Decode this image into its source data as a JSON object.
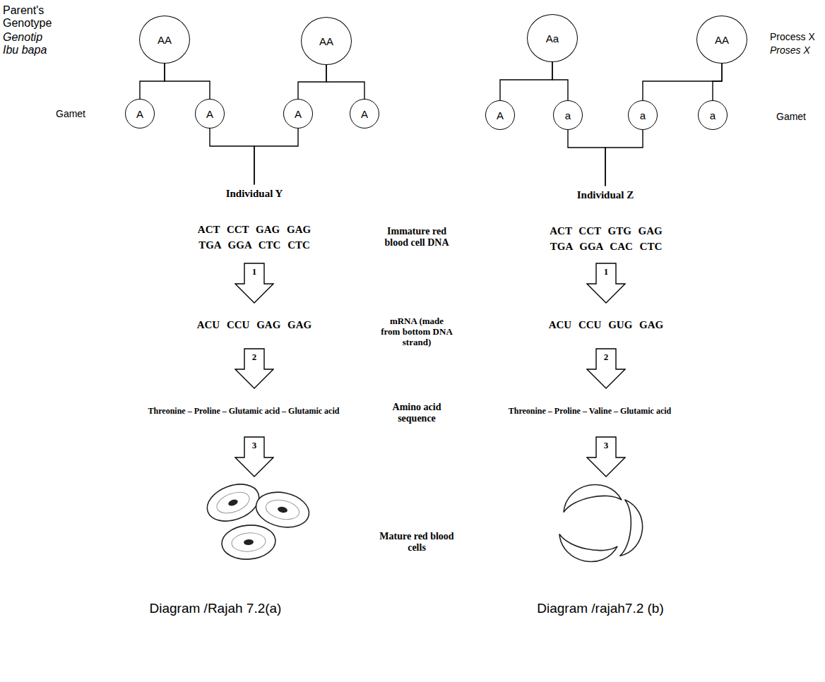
{
  "diagram": {
    "nodes": [
      {
        "text": [
          "AA"
        ]
      },
      {
        "text": [
          "AA"
        ]
      },
      {
        "text": [
          "Aa"
        ]
      },
      {
        "text": [
          "AA"
        ]
      },
      {
        "text": [
          "A"
        ]
      },
      {
        "text": [
          "A"
        ]
      },
      {
        "text": [
          "A"
        ]
      },
      {
        "text": [
          "A"
        ]
      },
      {
        "text": [
          "A"
        ]
      },
      {
        "text": [
          "a"
        ]
      },
      {
        "text": [
          "a"
        ]
      },
      {
        "text": [
          "a"
        ]
      },
      {
        "text": [
          "Individual Y"
        ]
      },
      {
        "text": [
          "Individual Z"
        ]
      },
      {
        "text": [
          "1"
        ]
      },
      {
        "text": [
          "1"
        ]
      },
      {
        "text": [
          "2"
        ]
      },
      {
        "text": [
          "2"
        ]
      },
      {
        "text": [
          "3"
        ]
      },
      {
        "text": [
          "3"
        ]
      }
    ],
    "edges": [
      {
        "from": 0,
        "to": 4,
        "arrow": "none"
      },
      {
        "from": 0,
        "to": 5,
        "arrow": "none"
      },
      {
        "from": 1,
        "to": 6,
        "arrow": "none"
      },
      {
        "from": 1,
        "to": 7,
        "arrow": "none"
      },
      {
        "from": 2,
        "to": 8,
        "arrow": "none"
      },
      {
        "from": 2,
        "to": 9,
        "arrow": "none"
      },
      {
        "from": 3,
        "to": 10,
        "arrow": "none"
      },
      {
        "from": 3,
        "to": 11,
        "arrow": "none"
      },
      {
        "from": 5,
        "to": 12,
        "arrow": "none"
      },
      {
        "from": 6,
        "to": 12,
        "arrow": "none"
      },
      {
        "from": 9,
        "to": 13,
        "arrow": "none"
      },
      {
        "from": 10,
        "to": 13,
        "arrow": "none"
      }
    ],
    "labels": [
      "Parent's Genotype",
      "Genotip Ibu bapa",
      "Gamet",
      "Process X",
      "Proses X",
      "Gamet",
      "ACT CCT GAG GAG",
      "Immature red blood cell DNA",
      "ACT CCT GTG GAG",
      "TGA GGA CTC CTC",
      "TGA GGA CAC CTC",
      "ACU CCU GAG GAG",
      "mRNA (made from bottom DNA strand)",
      "ACU CCU GUG GAG",
      "Threonine – Proline – Glutamic acid – Glutamic acid",
      "Amino acid sequence",
      "Threonine – Proline – Valine – Glutamic acid",
      "Mature red blood cells",
      "Diagram /Rajah 7.2(a)",
      "Diagram /rajah7.2 (b)"
    ]
  }
}
